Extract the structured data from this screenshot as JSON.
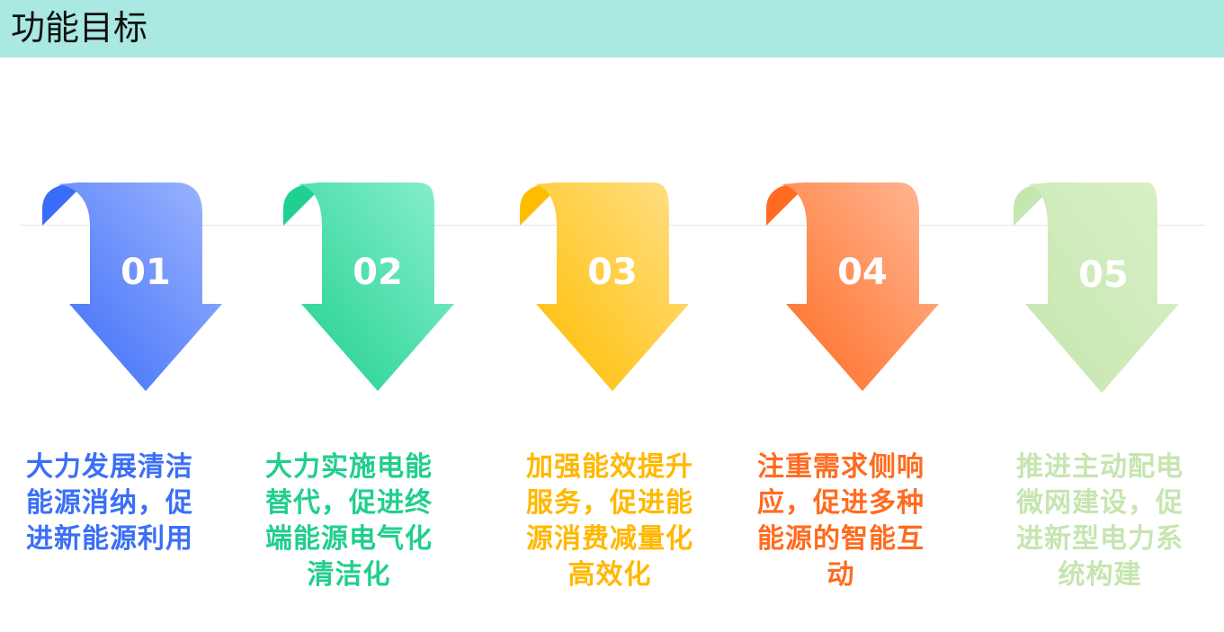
{
  "header": {
    "title": "功能目标"
  },
  "goals": [
    {
      "number": "01",
      "text": "大力发展清洁\n能源消纳，促\n进新能源利用",
      "color": "#3b6ff5",
      "grad_from": "#3a6cf7",
      "grad_to": "#9fb6ff"
    },
    {
      "number": "02",
      "text": "大力实施电能\n替代，促进终\n端能源电气化\n清洁化",
      "color": "#20cf8c",
      "grad_from": "#1fd090",
      "grad_to": "#8bf0cd"
    },
    {
      "number": "03",
      "text": "加强能效提升\n服务，促进能\n源消费减量化\n高效化",
      "color": "#ffb800",
      "grad_from": "#ffbd00",
      "grad_to": "#ffe088"
    },
    {
      "number": "04",
      "text": "注重需求侧响\n应，促进多种\n能源的智能互\n动",
      "color": "#ff6b1f",
      "grad_from": "#ff6b20",
      "grad_to": "#ffb998"
    },
    {
      "number": "05",
      "text": "推进主动配电\n微网建设，促\n进新型电力系\n统构建",
      "color": "#c6e5b0",
      "grad_from": "#c6e6b0",
      "grad_to": "#d8f0c6"
    }
  ]
}
